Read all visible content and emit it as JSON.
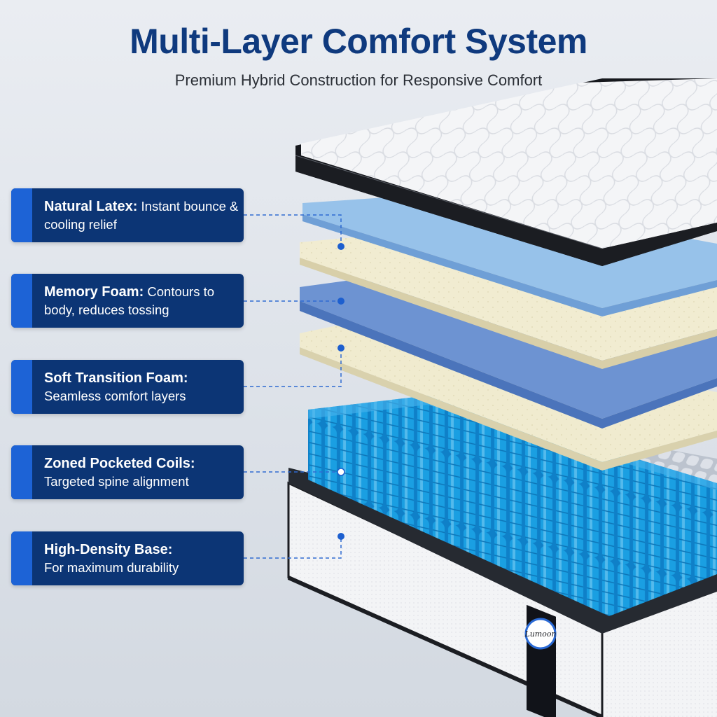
{
  "header": {
    "title": "Multi-Layer Comfort System",
    "subtitle": "Premium Hybrid Construction for Responsive Comfort"
  },
  "layers": [
    {
      "name": "Natural Latex:",
      "description": "Instant bounce & cooling relief"
    },
    {
      "name": "Memory Foam:",
      "description": "Contours to body, reduces tossing"
    },
    {
      "name": "Soft Transition Foam:",
      "description": "Seamless comfort layers"
    },
    {
      "name": "Zoned Pocketed Coils:",
      "description": "Targeted spine alignment"
    },
    {
      "name": "High-Density Base:",
      "description": "For maximum durability"
    }
  ],
  "brand": {
    "logo_text": "Lumoon"
  },
  "colors": {
    "title": "#0f3a7e",
    "label_background": "#0c3575",
    "label_accent": "#1d63d6",
    "leader_line": "#2f6bd1",
    "coil_blue": "#1597dc",
    "coil_gray": "#cdd3dc",
    "latex": "#efe9c9",
    "memory_foam": "#6a90d0",
    "gel_foam": "#93bfe8"
  },
  "icons": [
    "leader-dot-icon",
    "brand-logo-icon"
  ]
}
